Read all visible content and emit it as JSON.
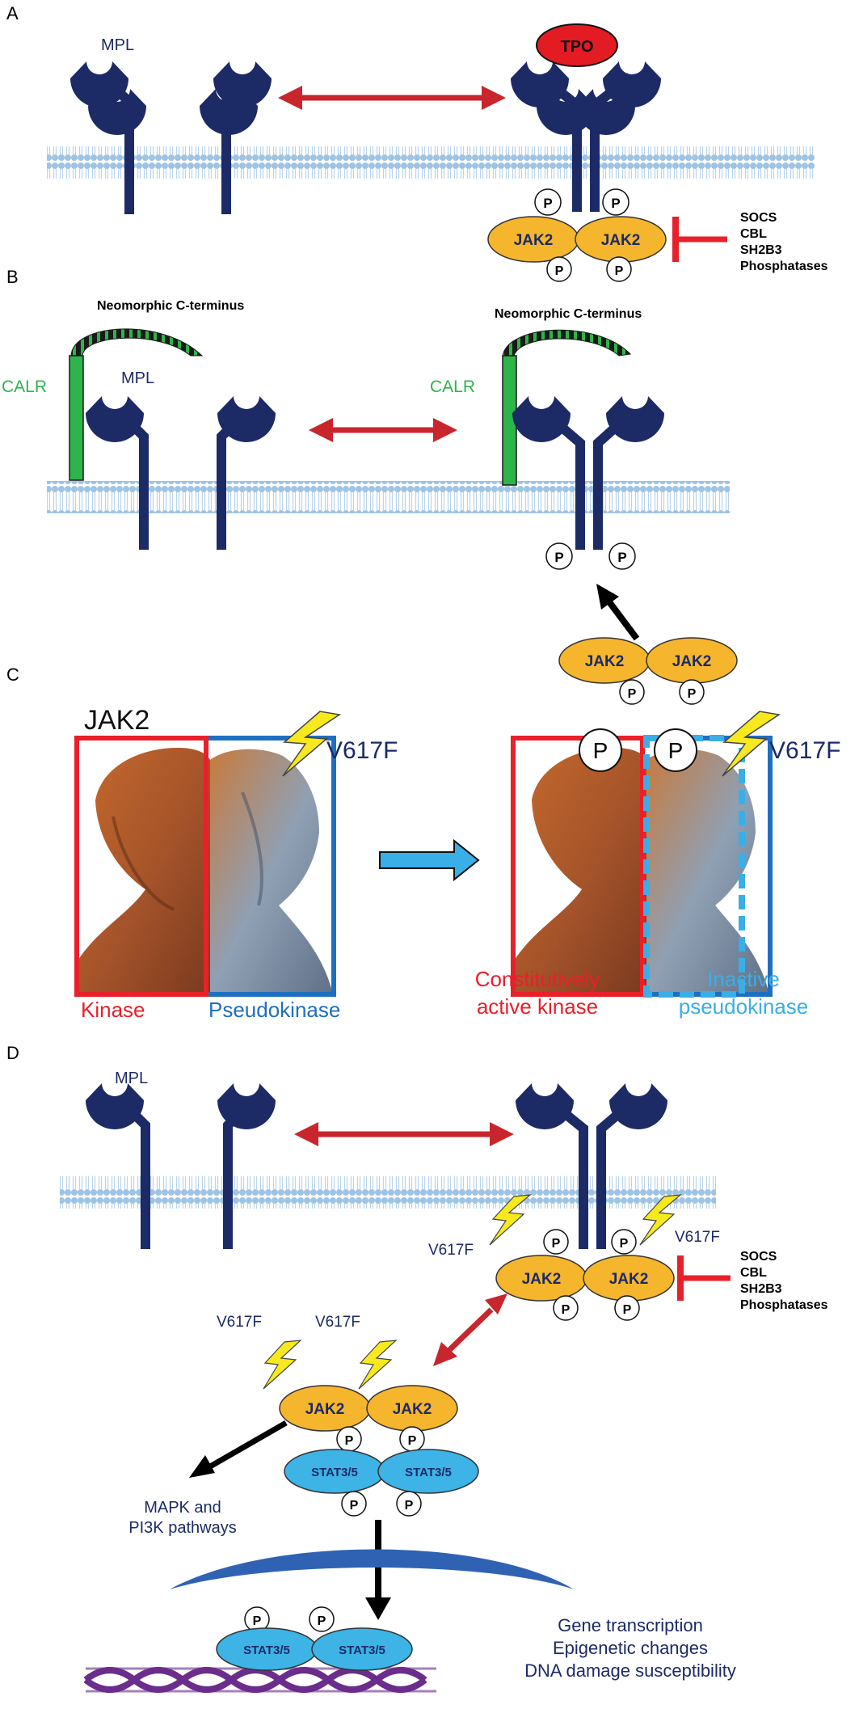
{
  "panels": {
    "a": {
      "letter": "A",
      "mpl_label": "MPL",
      "tpo_label": "TPO",
      "p_label": "P",
      "jak2_label": "JAK2",
      "regulators": [
        "SOCS",
        "CBL",
        "SH2B3",
        "Phosphatases"
      ]
    },
    "b": {
      "letter": "B",
      "neomorphic_left": "Neomorphic C-terminus",
      "neomorphic_right": "Neomorphic C-terminus",
      "calr_label": "CALR",
      "mpl_label": "MPL",
      "p_label": "P",
      "jak2_label": "JAK2"
    },
    "c": {
      "letter": "C",
      "jak2_title": "JAK2",
      "mutation": "V617F",
      "p_label": "P",
      "kinase": "Kinase",
      "pseudokinase": "Pseudokinase",
      "active_kinase": [
        "Constitutively",
        "active kinase"
      ],
      "inactive_pseudokinase": [
        "Inactive",
        "pseudokinase"
      ]
    },
    "d": {
      "letter": "D",
      "mpl_label": "MPL",
      "mutation": "V617F",
      "p_label": "P",
      "jak2_label": "JAK2",
      "stat_label": "STAT3/5",
      "regulators": [
        "SOCS",
        "CBL",
        "SH2B3",
        "Phosphatases"
      ],
      "pathways": [
        "MAPK and",
        "PI3K pathways"
      ],
      "outcomes": [
        "Gene transcription",
        "Epigenetic changes",
        "DNA damage susceptibility"
      ]
    }
  },
  "colors": {
    "receptor": "#1c2a66",
    "membrane": "#9ec3e3",
    "jak2": "#f5b52d",
    "tpo": "#e31b23",
    "arrow_red": "#c8262c",
    "inhibit": "#e8202a",
    "calr": "#2db54a",
    "kinase_box": "#e8202a",
    "pseudokinase_box": "#1f6fc0",
    "inactive_box": "#3aaee6",
    "stat": "#3db3e6",
    "dna": "#6b2d8c"
  }
}
